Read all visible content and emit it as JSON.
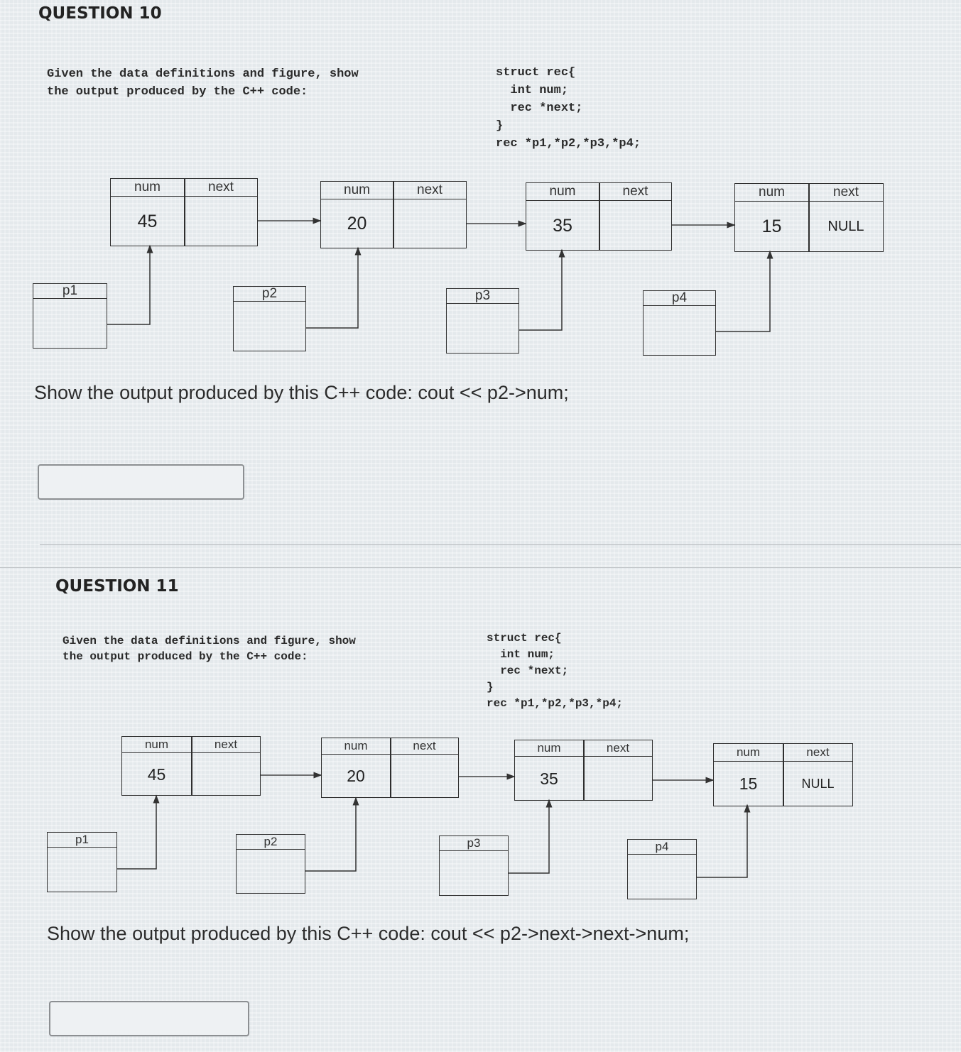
{
  "q10": {
    "title": "QUESTION 10",
    "instructions": "Given the data definitions and figure, show\nthe output produced by the C++ code:",
    "code": "struct rec{\n  int num;\n  rec *next;\n}\nrec *p1,*p2,*p3,*p4;",
    "nodes": [
      {
        "num_label": "num",
        "next_label": "next",
        "num": "45",
        "next": ""
      },
      {
        "num_label": "num",
        "next_label": "next",
        "num": "20",
        "next": ""
      },
      {
        "num_label": "num",
        "next_label": "next",
        "num": "35",
        "next": ""
      },
      {
        "num_label": "num",
        "next_label": "next",
        "num": "15",
        "next": "NULL"
      }
    ],
    "pointers": [
      "p1",
      "p2",
      "p3",
      "p4"
    ],
    "prompt": "Show the output produced by this  C++ code:  cout << p2->num;",
    "answer": ""
  },
  "q11": {
    "title": "QUESTION 11",
    "instructions": "Given the data definitions and figure, show\nthe output produced by the C++ code:",
    "code": "struct rec{\n  int num;\n  rec *next;\n}\nrec *p1,*p2,*p3,*p4;",
    "nodes": [
      {
        "num_label": "num",
        "next_label": "next",
        "num": "45",
        "next": ""
      },
      {
        "num_label": "num",
        "next_label": "next",
        "num": "20",
        "next": ""
      },
      {
        "num_label": "num",
        "next_label": "next",
        "num": "35",
        "next": ""
      },
      {
        "num_label": "num",
        "next_label": "next",
        "num": "15",
        "next": "NULL"
      }
    ],
    "pointers": [
      "p1",
      "p2",
      "p3",
      "p4"
    ],
    "prompt": "Show the output produced by this  C++ code:  cout << p2->next->next->num;",
    "answer": ""
  }
}
